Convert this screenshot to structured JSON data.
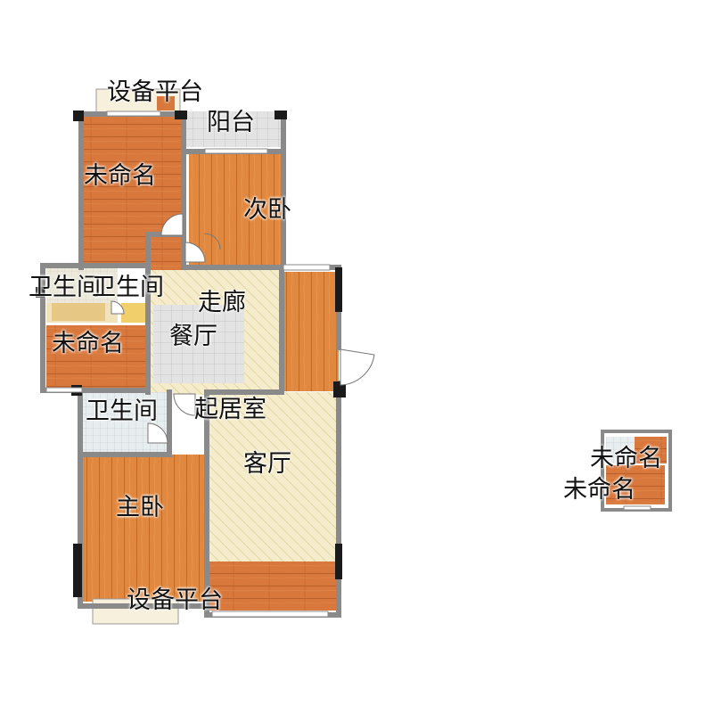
{
  "rooms": {
    "equipment_top": "设备平台",
    "balcony": "阳台",
    "unnamed_nw": "未命名",
    "second_bedroom": "次卧",
    "bathroom_w1": "卫生间",
    "bathroom_w2": "卫生间",
    "corridor": "走廊",
    "unnamed_w": "未命名",
    "dining": "餐厅",
    "bathroom_sw": "卫生间",
    "living_area": "起居室",
    "living_room": "客厅",
    "master_bedroom": "主卧",
    "equipment_bottom": "设备平台",
    "unnamed_small_1": "未命名",
    "unnamed_small_2": "未命名"
  },
  "colors": {
    "wood_floor": "#d9783c",
    "wood_floor_light": "#e39050",
    "tile_floor": "#f3ebc8",
    "grey_tile": "#dcdcdc",
    "wall": "#8a8a8a",
    "wall_dark": "#1a1a1a"
  }
}
